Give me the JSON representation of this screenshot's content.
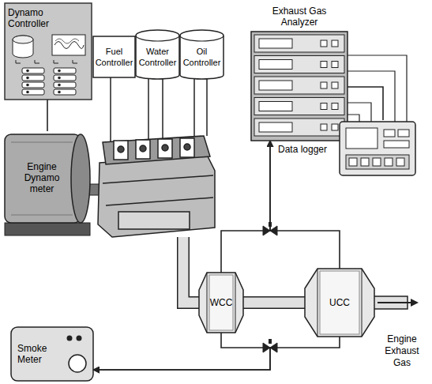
{
  "diagram": {
    "nodes": [
      {
        "text": [
          "Dynamo Controller"
        ]
      },
      {
        "text": [
          "Fuel Controller"
        ]
      },
      {
        "text": [
          "Water Controller"
        ]
      },
      {
        "text": [
          "Oil Controller"
        ]
      },
      {
        "text": [
          "Exhaust Gas Analyzer"
        ]
      },
      {
        "text": [
          "Data logger"
        ]
      },
      {
        "text": [
          "Engine Dynamo meter"
        ]
      },
      {
        "text": [
          "WCC"
        ]
      },
      {
        "text": [
          "UCC"
        ]
      },
      {
        "text": [
          "Smoke Meter"
        ]
      }
    ],
    "edges": [
      {
        "from": 0,
        "to": 6,
        "arrow": "none"
      },
      {
        "from": 4,
        "to": 5,
        "arrow": "none"
      },
      {
        "from": 7,
        "to": 8,
        "arrow": "none"
      },
      {
        "from": 7,
        "to": 4,
        "arrow": "to"
      },
      {
        "from": 8,
        "to": 4,
        "arrow": "to"
      },
      {
        "from": 7,
        "to": 9,
        "arrow": "to"
      },
      {
        "from": 8,
        "to": 9,
        "arrow": "to"
      }
    ],
    "labels": [
      "Engine Exhaust Gas"
    ]
  }
}
